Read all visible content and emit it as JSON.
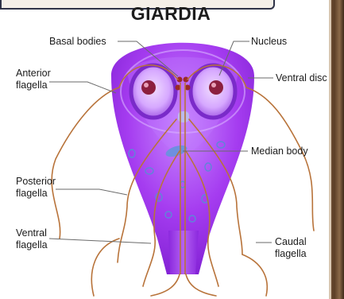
{
  "title": "GIARDIA",
  "labels": {
    "basal_bodies": "Basal bodies",
    "nucleus": "Nucleus",
    "anterior_flagella_1": "Anterior",
    "anterior_flagella_2": "flagella",
    "ventral_disc": "Ventral disc",
    "median_body": "Median body",
    "posterior_flagella_1": "Posterior",
    "posterior_flagella_2": "flagella",
    "ventral_flagella_1": "Ventral",
    "ventral_flagella_2": "flagella",
    "caudal_flagella_1": "Caudal",
    "caudal_flagella_2": "flagella"
  },
  "colors": {
    "body": "#a53cf0",
    "flagella": "#b8733a",
    "nucleus_rim": "#7a2bc9",
    "nucleus_core": "#8c1f3f"
  }
}
